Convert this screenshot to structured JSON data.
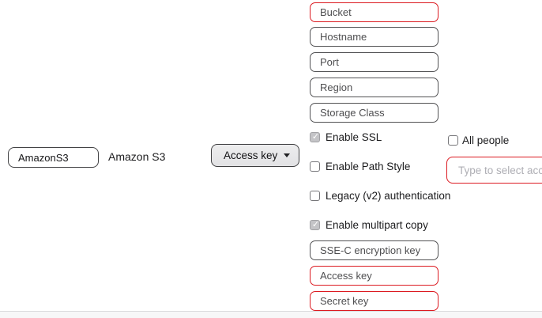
{
  "colors": {
    "error_border": "#dc1a21",
    "input_border": "#525254",
    "dropdown_bg": "#e8e8ea",
    "divider": "#dadadc",
    "footer_bg": "#f7f7f8"
  },
  "connection": {
    "name_value": "AmazonS3",
    "type_label": "Amazon S3"
  },
  "auth_dropdown": {
    "selected": "Access key",
    "caret_icon": "chevron-down-icon"
  },
  "settings": {
    "text_fields": [
      {
        "placeholder": "Bucket",
        "state": "error"
      },
      {
        "placeholder": "Hostname",
        "state": "normal"
      },
      {
        "placeholder": "Port",
        "state": "normal"
      },
      {
        "placeholder": "Region",
        "state": "normal"
      },
      {
        "placeholder": "Storage Class",
        "state": "normal"
      }
    ],
    "checkboxes": [
      {
        "label": "Enable SSL",
        "checked": true
      },
      {
        "label": "Enable Path Style",
        "checked": false
      },
      {
        "label": "Legacy (v2) authentication",
        "checked": false
      },
      {
        "label": "Enable multipart copy",
        "checked": true
      }
    ],
    "bottom_fields": [
      {
        "placeholder": "SSE-C encryption key",
        "state": "normal"
      },
      {
        "placeholder": "Access key",
        "state": "error"
      },
      {
        "placeholder": "Secret key",
        "state": "error"
      }
    ]
  },
  "sharing": {
    "all_people": {
      "label": "All people",
      "checked": false
    },
    "account_input_placeholder": "Type to select acco"
  }
}
